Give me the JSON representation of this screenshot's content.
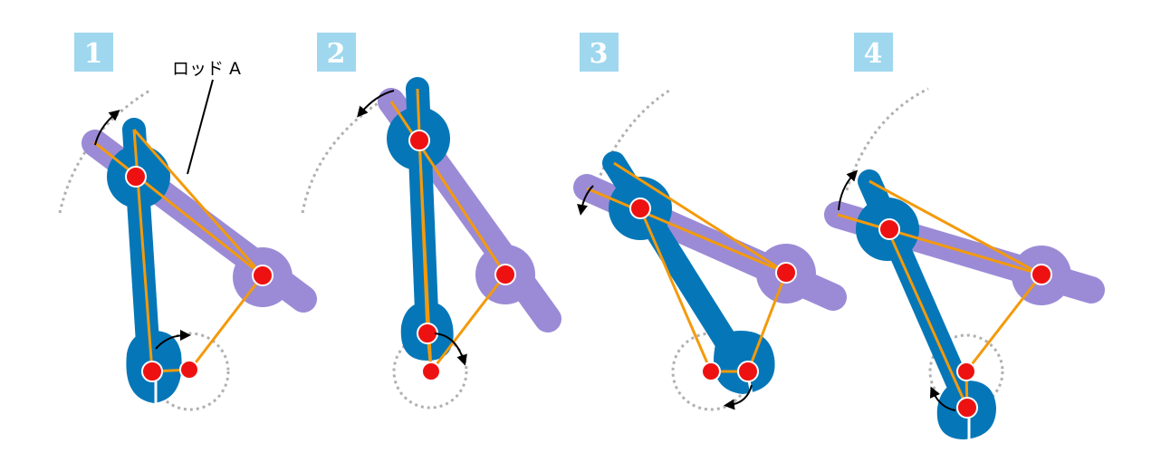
{
  "steps": [
    {
      "number": "1"
    },
    {
      "number": "2"
    },
    {
      "number": "3"
    },
    {
      "number": "4"
    }
  ],
  "callout": {
    "label": "ロッド A"
  },
  "colors": {
    "step_badge": "#9fd7ee",
    "rod_a": "#9b8bd6",
    "crank_arm": "#0577b8",
    "linkage": "#f39a0c",
    "pivot": "#ee1111",
    "motion_path": "#b0b0b0"
  }
}
